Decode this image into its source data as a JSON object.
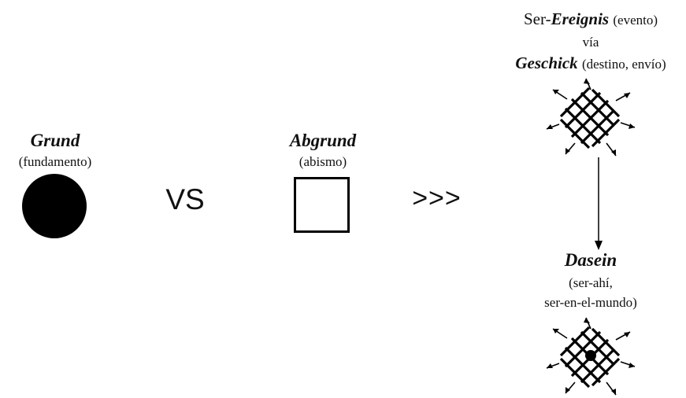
{
  "grund": {
    "title": "Grund",
    "subtitle": "(fundamento)"
  },
  "versus": {
    "label": "VS"
  },
  "abgrund": {
    "title": "Abgrund",
    "subtitle": "(abismo)"
  },
  "transition": {
    "label": ">>>"
  },
  "ereignis": {
    "prefix": "Ser-",
    "term": "Ereignis",
    "gloss": "(evento)"
  },
  "via": {
    "label": "vía"
  },
  "geschick": {
    "term": "Geschick",
    "gloss": "(destino, envío)"
  },
  "dasein": {
    "title": "Dasein",
    "gloss_line1": "(ser-ahí,",
    "gloss_line2": "ser-en-el-mundo)"
  },
  "icons": {
    "top_star": "hatched-grid-radiating-arrows-icon",
    "bottom_star": "hatched-grid-radiating-arrows-with-center-dot-icon",
    "circle": "filled-circle-icon",
    "square": "empty-square-icon",
    "down_arrow": "down-arrow-icon"
  },
  "colors": {
    "ink": "#000000",
    "background": "#ffffff"
  }
}
